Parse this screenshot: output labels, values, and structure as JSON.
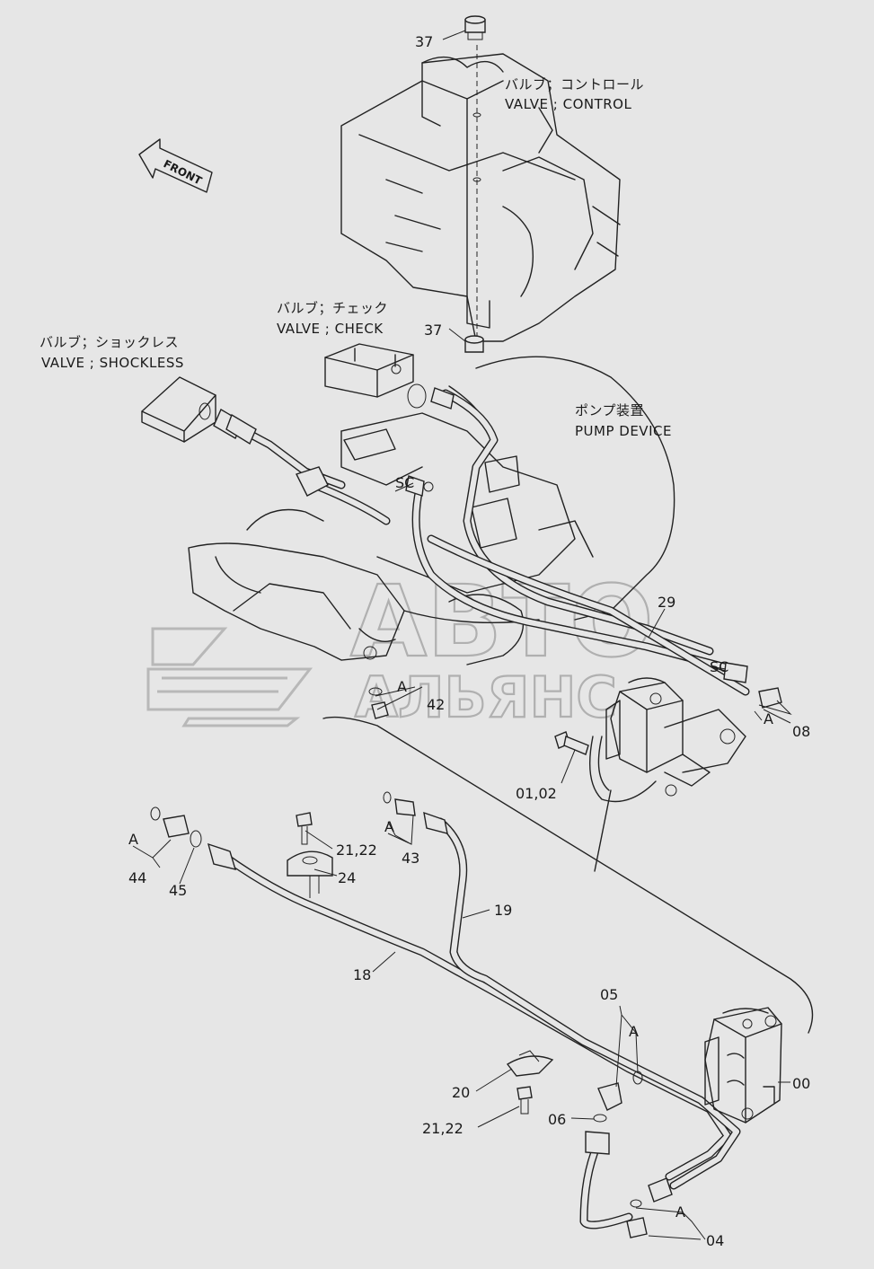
{
  "labels": {
    "control_valve_jp": "バルブ；コントロール",
    "control_valve_en": "VALVE ; CONTROL",
    "check_valve_jp": "バルブ；チェック",
    "check_valve_en": "VALVE ; CHECK",
    "shockless_valve_jp": "バルブ；ショックレス",
    "shockless_valve_en": "VALVE ; SHOCKLESS",
    "pump_device_jp": "ポンプ装置",
    "pump_device_en": "PUMP DEVICE",
    "front": "FRONT",
    "sc_1": "SC",
    "sc_2": "SC"
  },
  "parts": {
    "p37_top": "37",
    "p37_mid": "37",
    "p29": "29",
    "p42": "42",
    "p08": "08",
    "p0102": "01,02",
    "p2122_a": "21,22",
    "p43": "43",
    "p24": "24",
    "p44": "44",
    "p45": "45",
    "p19": "19",
    "p18": "18",
    "p05": "05",
    "p00": "00",
    "p20": "20",
    "p06": "06",
    "p2122_b": "21,22",
    "p04": "04"
  },
  "refs": {
    "a_42": "A",
    "a_08": "A",
    "a_43": "A",
    "a_44": "A",
    "a_05": "A",
    "a_04": "A"
  },
  "watermark": {
    "line1": "АВТО",
    "line2": "АЛЬЯНС"
  }
}
